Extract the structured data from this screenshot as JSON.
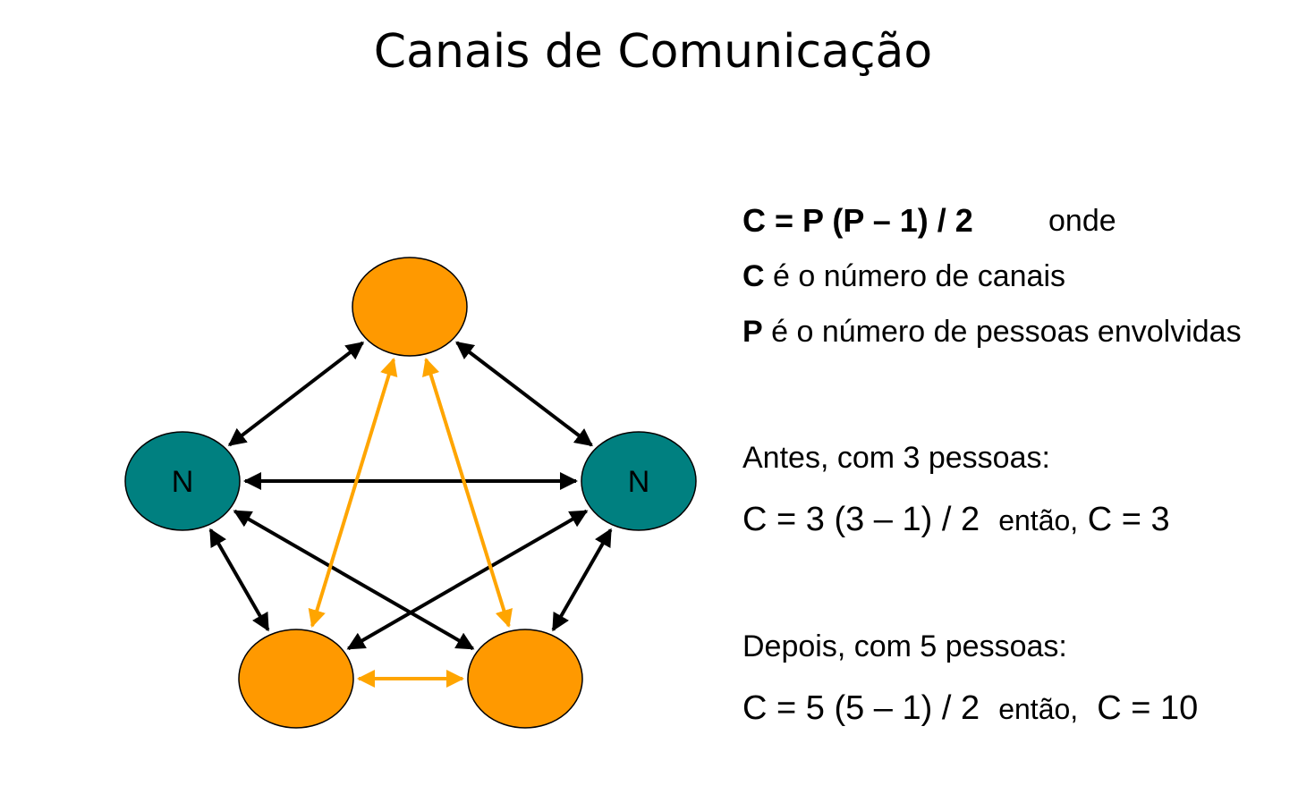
{
  "slide": {
    "title": "Canais de Comunicação"
  },
  "diagram": {
    "node_colors": {
      "existing": "#008080",
      "new": "#FF9900",
      "stroke": "#000000"
    },
    "edge_colors": {
      "existing": "#000000",
      "new": "#FFA500"
    },
    "nodes": [
      {
        "id": "top",
        "label": "",
        "kind": "new"
      },
      {
        "id": "left",
        "label": "N",
        "kind": "existing"
      },
      {
        "id": "right",
        "label": "N",
        "kind": "existing"
      },
      {
        "id": "bottom-left",
        "label": "",
        "kind": "new"
      },
      {
        "id": "bottom-right",
        "label": "",
        "kind": "new"
      }
    ],
    "edges": [
      {
        "from": "top",
        "to": "left",
        "kind": "existing"
      },
      {
        "from": "top",
        "to": "right",
        "kind": "existing"
      },
      {
        "from": "left",
        "to": "right",
        "kind": "existing"
      },
      {
        "from": "left",
        "to": "bottom-left",
        "kind": "existing"
      },
      {
        "from": "left",
        "to": "bottom-right",
        "kind": "existing"
      },
      {
        "from": "right",
        "to": "bottom-left",
        "kind": "existing"
      },
      {
        "from": "right",
        "to": "bottom-right",
        "kind": "existing"
      },
      {
        "from": "top",
        "to": "bottom-left",
        "kind": "new"
      },
      {
        "from": "top",
        "to": "bottom-right",
        "kind": "new"
      },
      {
        "from": "bottom-left",
        "to": "bottom-right",
        "kind": "new"
      }
    ]
  },
  "formula": {
    "main": "C = P (P – 1) / 2",
    "onde": "onde",
    "c_symbol": "C",
    "c_definition": " é o número de canais",
    "p_symbol": "P",
    "p_definition": " é o número de pessoas envolvidas"
  },
  "antes": {
    "label": "Antes, com 3 pessoas:",
    "formula": "C = 3 (3 – 1) / 2",
    "entao": "então,",
    "result": "C = 3"
  },
  "depois": {
    "label": "Depois, com 5 pessoas:",
    "formula": "C = 5 (5 – 1) / 2",
    "entao": "então,",
    "result": "C = 10"
  }
}
